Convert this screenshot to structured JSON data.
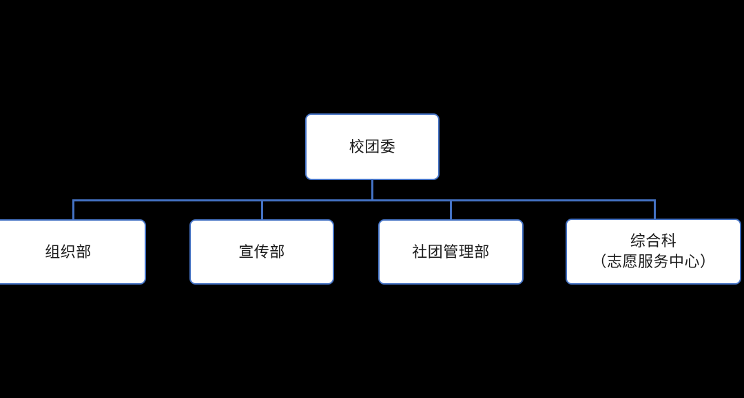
{
  "diagram": {
    "type": "org-chart",
    "background_color": "#000000",
    "node_fill_color": "#ffffff",
    "node_border_color": "#4472c4",
    "connector_color": "#4472c4",
    "text_color": "#1a1a1a",
    "root": {
      "label": "校团委"
    },
    "children": [
      {
        "label": "组织部"
      },
      {
        "label": "宣传部"
      },
      {
        "label": "社团管理部"
      },
      {
        "label_line1": "综合科",
        "label_line2": "（志愿服务中心）"
      }
    ]
  }
}
